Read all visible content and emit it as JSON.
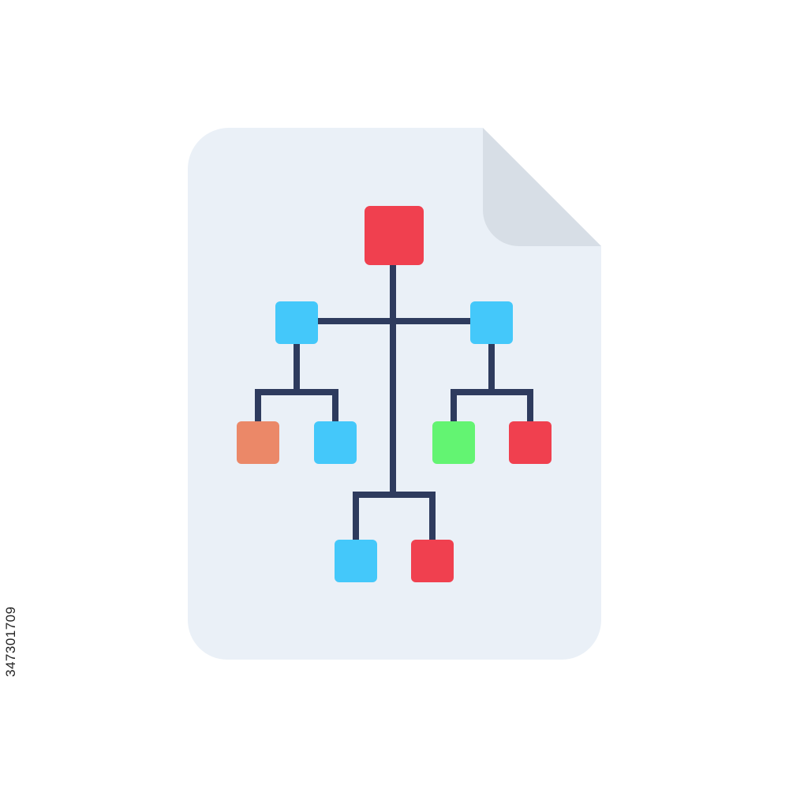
{
  "image_id_text": "347301709",
  "colors": {
    "page": "#EAF0F7",
    "fold": "#D7DEE6",
    "connector": "#2E3B5E",
    "red": "#F0404F",
    "blue": "#44C8FA",
    "orange": "#EB8868",
    "green": "#63F472"
  },
  "icon": {
    "name": "document-hierarchy-icon",
    "nodes": [
      {
        "role": "root",
        "color": "red"
      },
      {
        "role": "left-branch",
        "color": "blue"
      },
      {
        "role": "right-branch",
        "color": "blue"
      },
      {
        "role": "left-leaf-1",
        "color": "orange"
      },
      {
        "role": "left-leaf-2",
        "color": "blue"
      },
      {
        "role": "right-leaf-1",
        "color": "green"
      },
      {
        "role": "right-leaf-2",
        "color": "red"
      },
      {
        "role": "bottom-leaf-1",
        "color": "blue"
      },
      {
        "role": "bottom-leaf-2",
        "color": "red"
      }
    ]
  }
}
